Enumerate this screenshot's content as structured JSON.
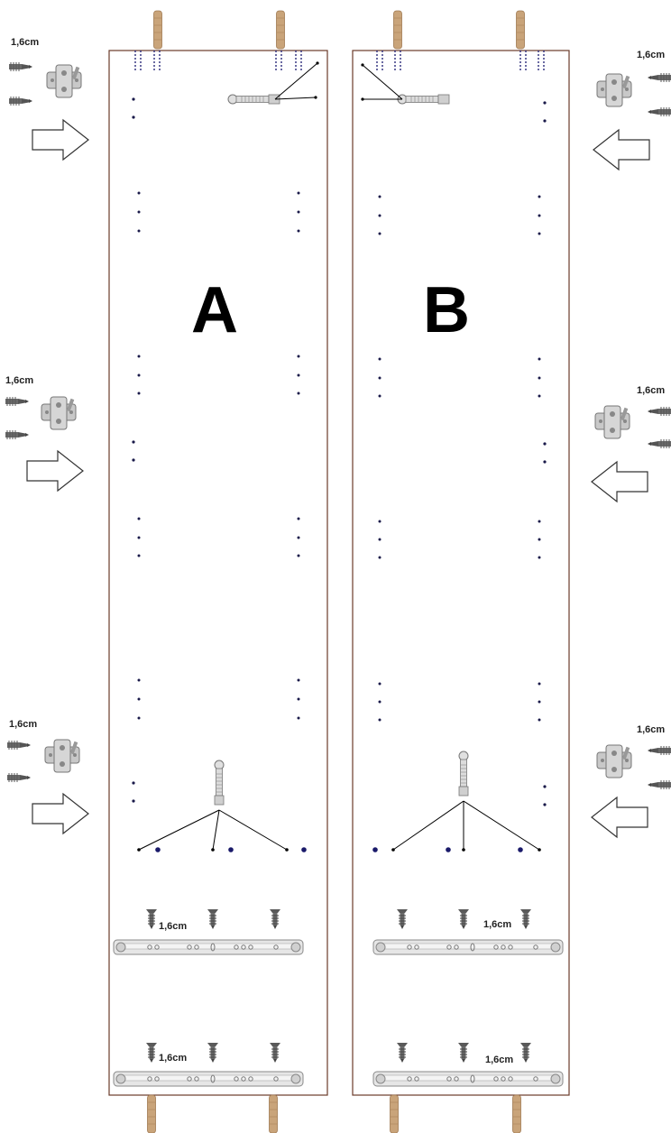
{
  "panels": [
    {
      "id": "A",
      "label": "A"
    },
    {
      "id": "B",
      "label": "B"
    }
  ],
  "screw_length_label": "1,6cm",
  "colors": {
    "panel_outline": "#6b3b2a",
    "dowel": "#c9a47a",
    "hole": "#1a1a4a",
    "arrow_outline": "#333333",
    "hardware_metal": "#b9b9b9",
    "screw": "#6a6a6a"
  },
  "icons": [
    "dowel-icon",
    "hinge-plate-icon",
    "screw-icon",
    "cam-bolt-icon",
    "drawer-runner-icon",
    "arrow-icon"
  ]
}
